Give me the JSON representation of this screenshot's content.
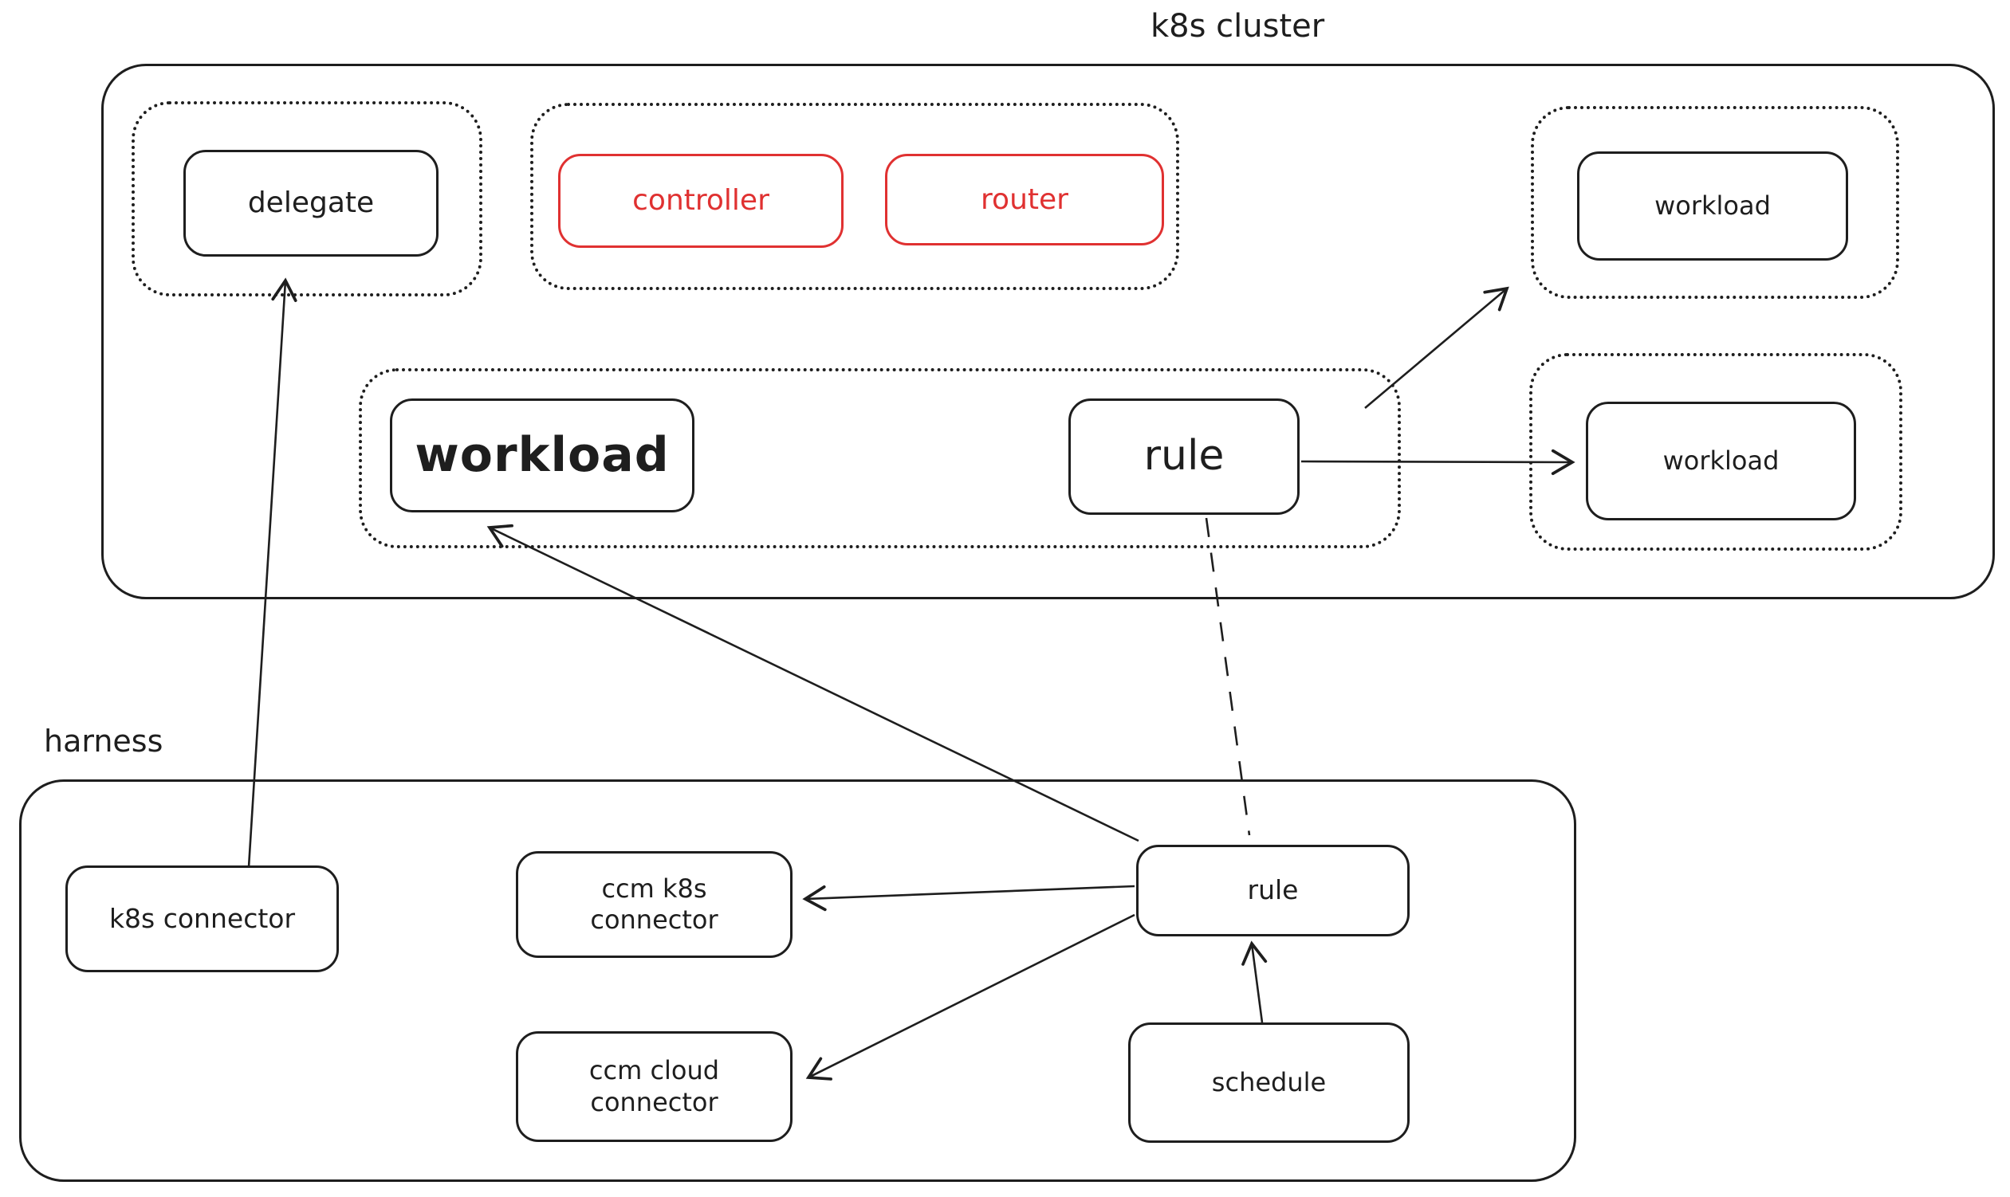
{
  "colors": {
    "stroke": "#1e1e1e",
    "accent_red": "#e03131",
    "background": "#ffffff"
  },
  "k8s_cluster": {
    "title": "k8s cluster",
    "nodes": {
      "delegate": {
        "label": "delegate"
      },
      "controller": {
        "label": "controller"
      },
      "router": {
        "label": "router"
      },
      "workload_top_right": {
        "label": "workload"
      },
      "workload_main": {
        "label": "workload"
      },
      "rule": {
        "label": "rule"
      },
      "workload_mid_right": {
        "label": "workload"
      }
    }
  },
  "harness": {
    "title": "harness",
    "nodes": {
      "k8s_connector": {
        "label": "k8s connector"
      },
      "ccm_k8s_connector": {
        "line1": "ccm k8s",
        "line2": "connector"
      },
      "ccm_cloud_connector": {
        "line1": "ccm cloud",
        "line2": "connector"
      },
      "rule": {
        "label": "rule"
      },
      "schedule": {
        "label": "schedule"
      }
    }
  },
  "edges": [
    {
      "from": "harness.k8s_connector",
      "to": "k8s_cluster.delegate",
      "style": "solid",
      "arrow": "end"
    },
    {
      "from": "harness.rule",
      "to": "k8s_cluster.workload_main",
      "style": "solid",
      "arrow": "end"
    },
    {
      "from": "harness.rule",
      "to": "harness.ccm_k8s_connector",
      "style": "solid",
      "arrow": "end"
    },
    {
      "from": "harness.rule",
      "to": "harness.ccm_cloud_connector",
      "style": "solid",
      "arrow": "end"
    },
    {
      "from": "harness.schedule",
      "to": "harness.rule",
      "style": "solid",
      "arrow": "end"
    },
    {
      "from": "harness.rule",
      "to": "k8s_cluster.rule",
      "style": "dashed",
      "arrow": "none"
    },
    {
      "from": "k8s_cluster.rule",
      "to": "k8s_cluster.workload_mid_right",
      "style": "solid",
      "arrow": "end"
    },
    {
      "from": "k8s_cluster.rule",
      "to": "k8s_cluster.workload_top_right",
      "style": "solid",
      "arrow": "end"
    }
  ]
}
